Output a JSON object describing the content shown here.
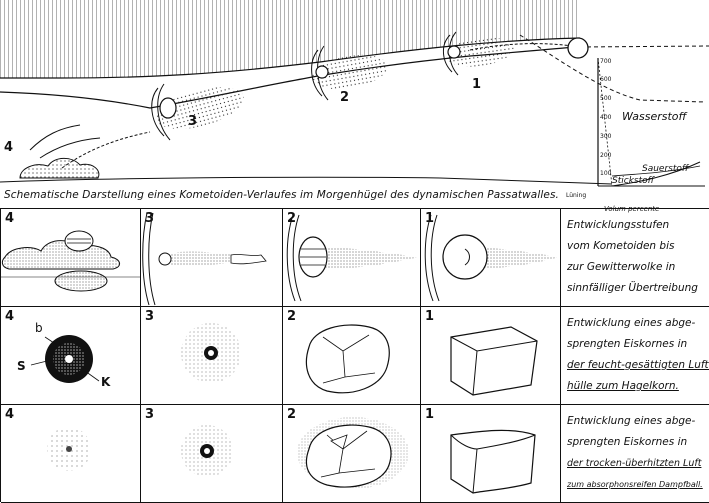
{
  "caption": "Schematische Darstellung eines Kometoiden-Verlaufes im Morgenhügel des dynamischen Passatwalles.",
  "caption_small": "Lüning",
  "top_panel": {
    "stage_labels": [
      "1",
      "2",
      "3",
      "4"
    ],
    "axis_ticks": [
      "700",
      "600",
      "500",
      "400",
      "300",
      "200",
      "100"
    ],
    "axis_label": "Volum percente",
    "gas_labels": {
      "hydrogen": "Wasserstoff",
      "oxygen": "Sauerstoff",
      "nitrogen": "Stickstoff"
    }
  },
  "rows": [
    {
      "numbers": [
        "4",
        "3",
        "2",
        "1"
      ],
      "description": [
        "Entwicklungsstufen",
        "vom Kometoiden bis",
        "zur Gewitterwolke in",
        "sinnfälliger Übertreibung"
      ]
    },
    {
      "numbers": [
        "4",
        "3",
        "2",
        "1"
      ],
      "labels": [
        "b",
        "S",
        "K"
      ],
      "description": [
        "Entwicklung eines abge-",
        "sprengten Eiskornes in",
        "der feucht-gesättigten Luft-",
        "hülle zum Hagelkorn."
      ]
    },
    {
      "numbers": [
        "4",
        "3",
        "2",
        "1"
      ],
      "description": [
        "Entwicklung eines abge-",
        "sprengten Eiskornes in",
        "der trocken-überhitzten Luft",
        "zum absorphonsreifen Dampfball."
      ]
    }
  ]
}
